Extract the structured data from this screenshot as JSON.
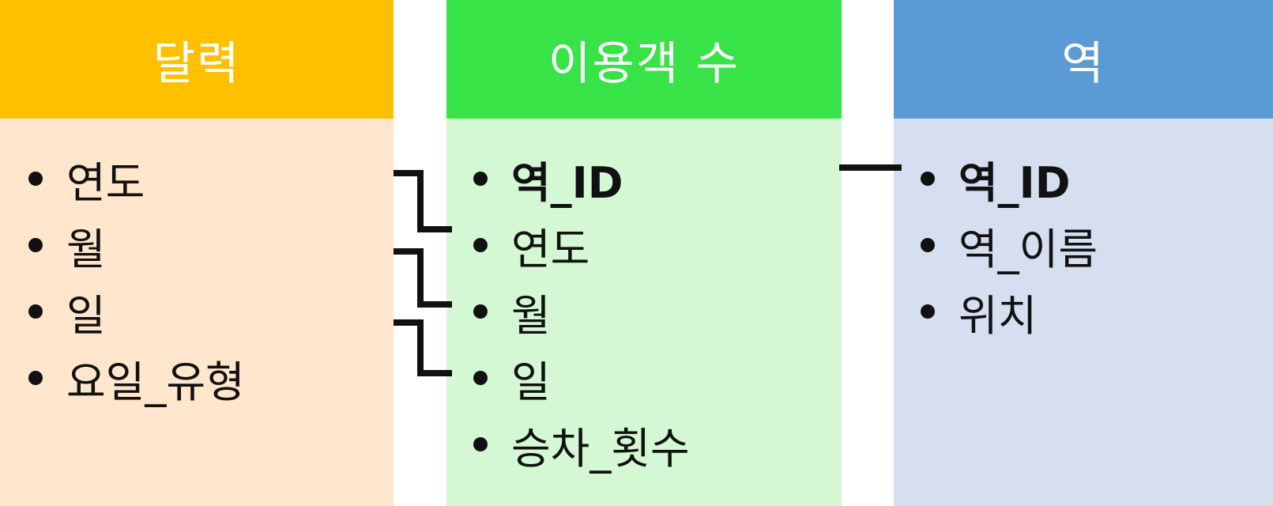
{
  "colors": {
    "calendar_header": "#FFC000",
    "calendar_body": "#FFE6CC",
    "ridership_header": "#38E348",
    "ridership_body": "#D3F8D3",
    "station_header": "#5B9BD5",
    "station_body": "#D5DFEF",
    "connector": "#111111"
  },
  "tables": {
    "calendar": {
      "title": "달력",
      "fields": [
        {
          "label": "연도"
        },
        {
          "label": "월"
        },
        {
          "label": "일"
        },
        {
          "label": "요일_유형"
        }
      ]
    },
    "ridership": {
      "title": "이용객 수",
      "fields": [
        {
          "label": "역_ID"
        },
        {
          "label": "연도"
        },
        {
          "label": "월"
        },
        {
          "label": "일"
        },
        {
          "label": "승차_횟수"
        }
      ]
    },
    "station": {
      "title": "역",
      "fields": [
        {
          "label": "역_ID"
        },
        {
          "label": "역_이름"
        },
        {
          "label": "위치"
        }
      ]
    }
  },
  "relationships": [
    {
      "from": "calendar.연도",
      "to": "ridership.연도"
    },
    {
      "from": "calendar.월",
      "to": "ridership.월"
    },
    {
      "from": "calendar.일",
      "to": "ridership.일"
    },
    {
      "from": "ridership.역_ID",
      "to": "station.역_ID"
    }
  ]
}
